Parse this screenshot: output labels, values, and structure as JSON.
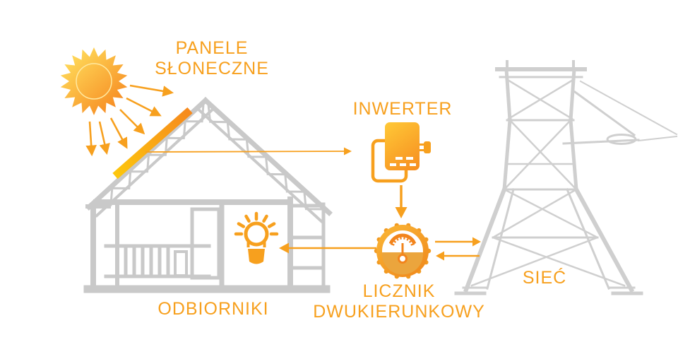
{
  "diagram_title_implicit": "",
  "labels": {
    "solar_panels_line1": "PANELE",
    "solar_panels_line2": "SŁONECZNE",
    "inverter": "INWERTER",
    "meter_line1": "LICZNIK",
    "meter_line2": "DWUKIERUNKOWY",
    "loads": "ODBIORNIKI",
    "grid": "SIEĆ"
  },
  "colors": {
    "accent_orange": "#F7A01E",
    "orange_dark": "#F2841C",
    "orange_light": "#FFD24A",
    "amber_fill": "#EBA53D",
    "house_gray": "#C9C9C9",
    "tower_gray": "#CFCFCF",
    "background": "#FFFFFF"
  },
  "icons": {
    "sun": "sun-icon",
    "sun_rays": "sun-ray-arrows",
    "solar_panel": "solar-panel-icon",
    "house": "house-icon",
    "light_bulb": "light-bulb-icon",
    "inverter": "inverter-icon",
    "meter": "bidirectional-meter-icon",
    "tower": "transmission-tower-icon",
    "flow_arrows": "energy-flow-arrows"
  }
}
